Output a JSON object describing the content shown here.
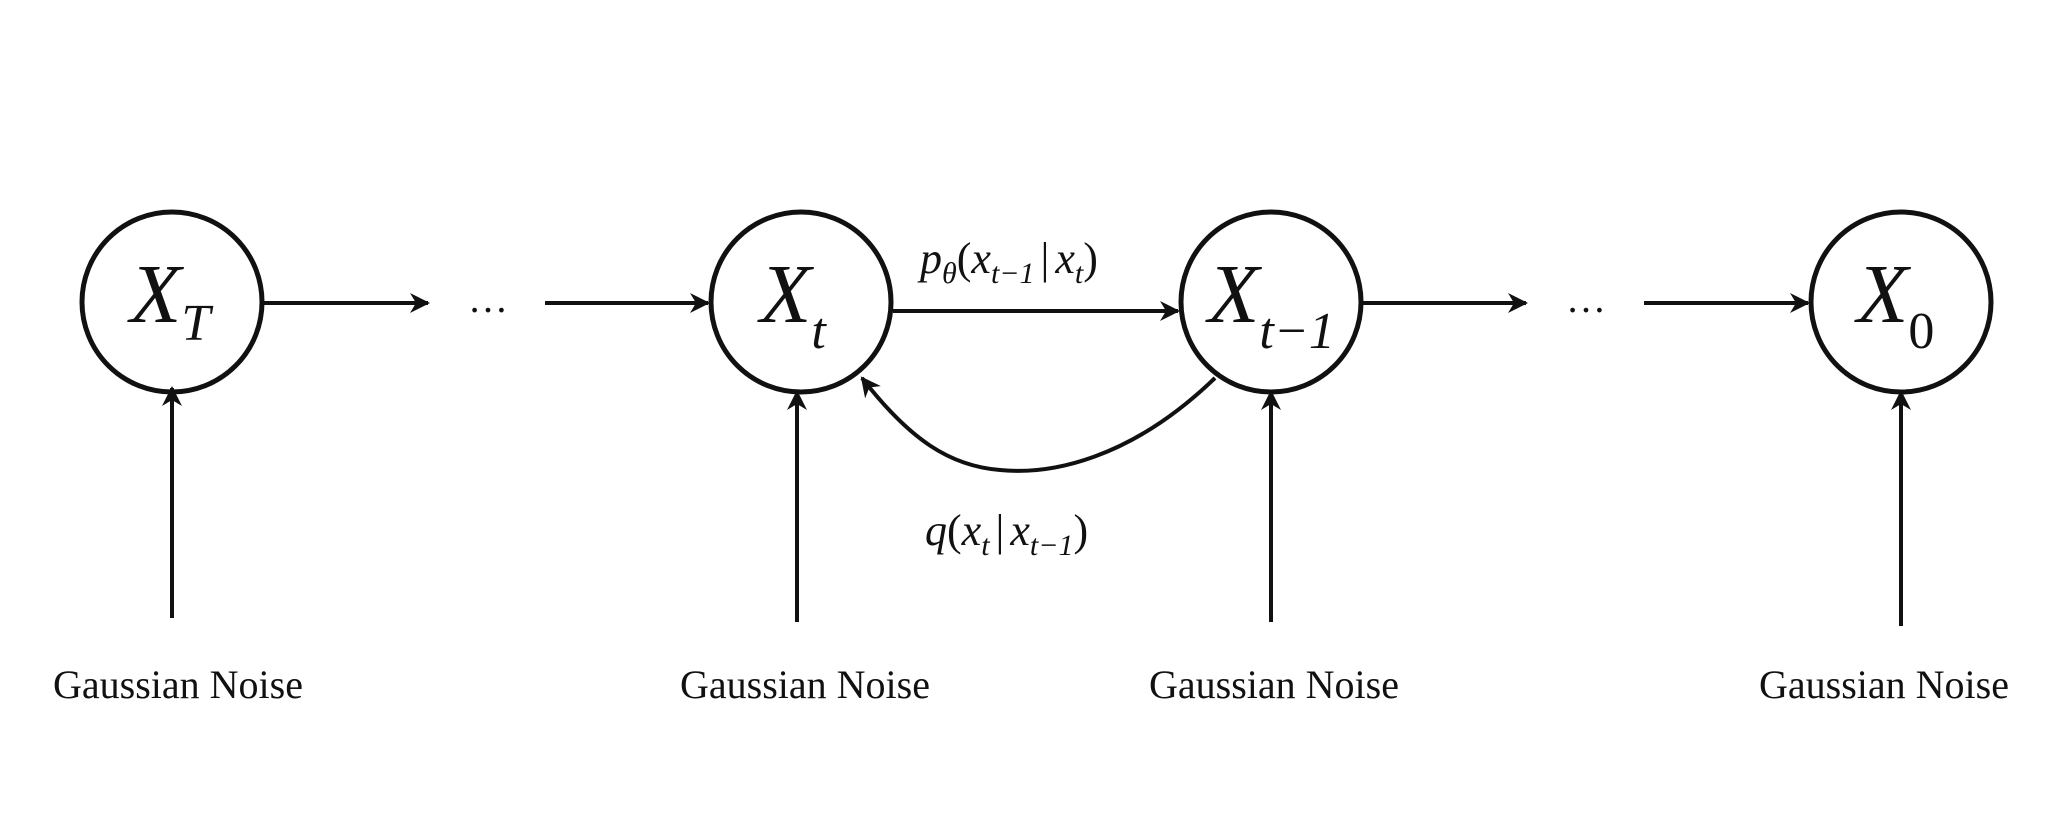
{
  "nodes": [
    {
      "id": "xT",
      "base": "X",
      "sub": "T",
      "sub_italic": true
    },
    {
      "id": "xt",
      "base": "X",
      "sub": "t",
      "sub_italic": true
    },
    {
      "id": "xt1",
      "base": "X",
      "sub": "t−1",
      "sub_italic": true
    },
    {
      "id": "x0",
      "base": "X",
      "sub": "0",
      "sub_italic": false
    }
  ],
  "ellipsis": [
    "…",
    "…"
  ],
  "noise_label": "Gaussian Noise",
  "edges": {
    "reverse": {
      "p": "p",
      "theta": "θ",
      "open": "(",
      "x1": "x",
      "x1_sub": "t−1",
      "bar": "|",
      "x2": "x",
      "x2_sub": "t",
      "close": ")"
    },
    "forward": {
      "q": "q",
      "open": "(",
      "x1": "x",
      "x1_sub": "t",
      "bar": "|",
      "x2": "x",
      "x2_sub": "t−1",
      "close": ")"
    }
  },
  "colors": {
    "stroke": "#111111",
    "background": "#ffffff"
  }
}
